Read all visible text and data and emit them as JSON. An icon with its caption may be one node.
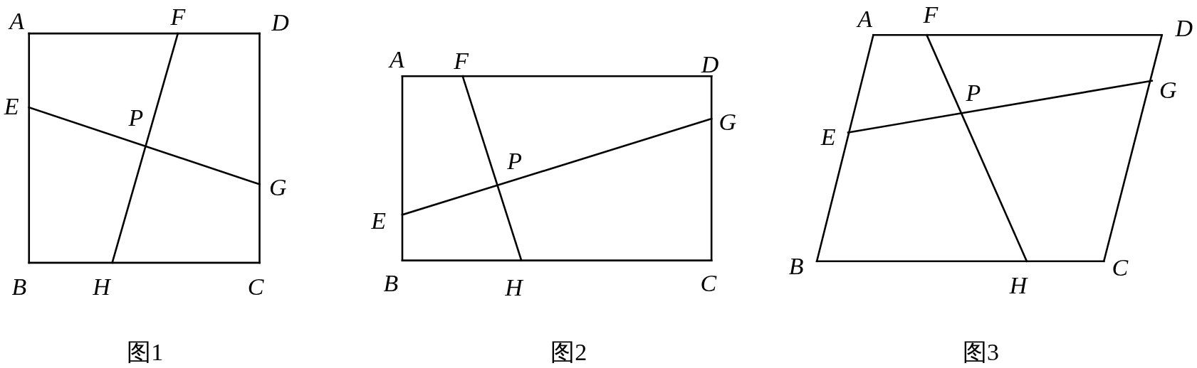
{
  "diagram": {
    "labels": [
      "A",
      "F",
      "D",
      "E",
      "P",
      "G",
      "B",
      "H",
      "C",
      "图1",
      "A",
      "F",
      "D",
      "G",
      "P",
      "E",
      "B",
      "H",
      "C",
      "图2",
      "A",
      "F",
      "D",
      "P",
      "G",
      "E",
      "B",
      "H",
      "C",
      "图3"
    ]
  }
}
